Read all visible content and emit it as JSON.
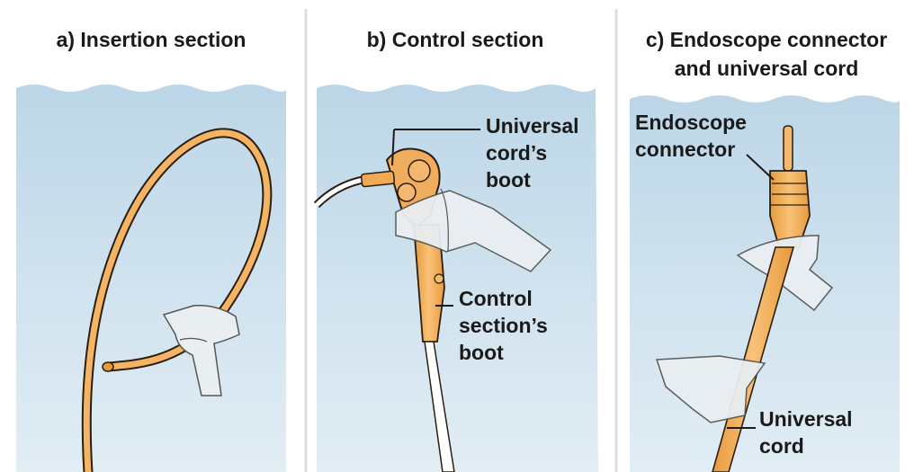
{
  "colors": {
    "background": "#ffffff",
    "water": "#c5dbea",
    "water_light": "#dce9f2",
    "tube": "#f4b463",
    "tube_edge": "#2a1e10",
    "glove": "#e9eef1",
    "glove_edge": "#555555",
    "leader": "#1a1a1a",
    "divider": "#d8d8d8"
  },
  "panels": {
    "a": {
      "title": "a) Insertion section"
    },
    "b": {
      "title": "b) Control section",
      "labels": {
        "universal_boot": [
          "Universal",
          "cord’s",
          "boot"
        ],
        "control_boot": [
          "Control",
          "section’s",
          "boot"
        ]
      }
    },
    "c": {
      "title": [
        "c) Endoscope connector",
        "and universal cord"
      ],
      "labels": {
        "connector": [
          "Endoscope",
          "connector"
        ],
        "cord": [
          "Universal",
          "cord"
        ]
      }
    }
  }
}
